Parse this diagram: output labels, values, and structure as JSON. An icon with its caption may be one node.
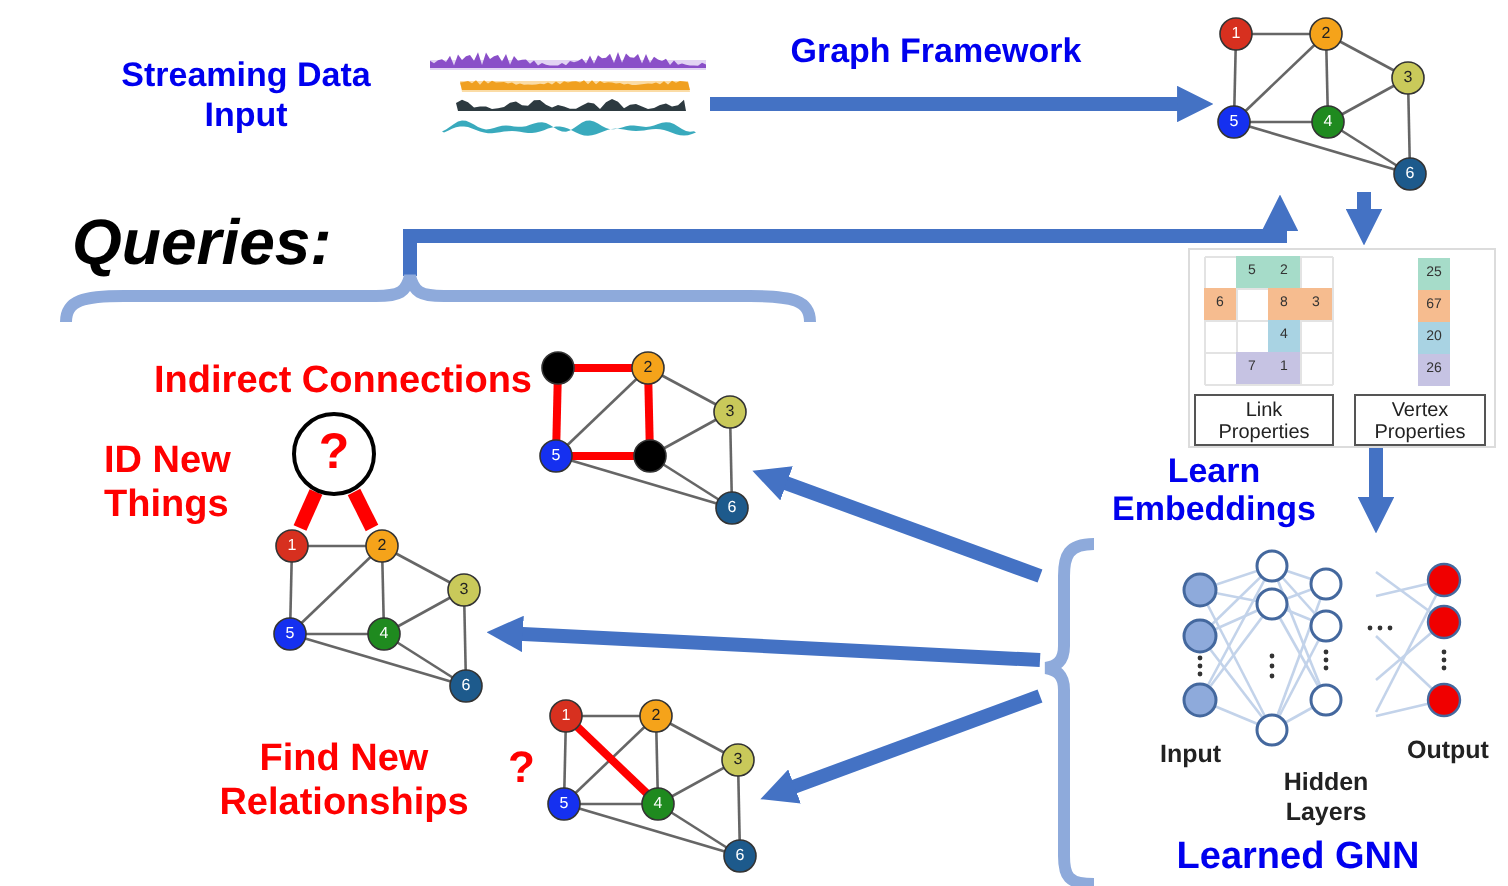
{
  "diagram": {
    "nodes": [
      {
        "text": [],
        "shape": "picture",
        "beside": [
          "Streaming Data Input"
        ]
      },
      {
        "text": [],
        "shape": "graph"
      },
      {
        "text": [],
        "shape": "box"
      },
      {
        "text": [
          "Link Properties"
        ],
        "in": 2
      },
      {
        "text": [
          "Vertex Properties"
        ],
        "in": 2
      },
      {
        "text": [
          "Learned GNN"
        ]
      },
      {
        "text": [
          "Queries:"
        ]
      },
      {
        "text": [],
        "shape": "graph",
        "beside": [
          "Indirect Connections"
        ]
      },
      {
        "text": [
          "?"
        ]
      },
      {
        "text": [],
        "shape": "graph",
        "beside": [
          "ID New Things"
        ]
      },
      {
        "text": [],
        "shape": "graph",
        "beside": [
          "Find New Relationships",
          "?"
        ]
      }
    ],
    "edges": [
      {
        "from": 0,
        "to": 1,
        "arrow": "to",
        "label": "Graph Framework"
      },
      {
        "from": 6,
        "to": 1,
        "arrow": "to"
      },
      {
        "from": 1,
        "to": 2,
        "arrow": "to"
      },
      {
        "from": 2,
        "to": 5,
        "arrow": "to",
        "label": "Learn Embeddings"
      },
      {
        "from": 5,
        "to": 7,
        "arrow": "to"
      },
      {
        "from": 5,
        "to": 9,
        "arrow": "to"
      },
      {
        "from": 5,
        "to": 10,
        "arrow": "to"
      },
      {
        "from": 8,
        "to": 9,
        "arrow": "none",
        "color": "#ff0000"
      },
      {
        "from": 8,
        "to": 9,
        "arrow": "none",
        "color": "#ff0000"
      }
    ],
    "labels": [
      "1",
      "2",
      "3",
      "4",
      "5",
      "6",
      "5",
      "2",
      "6",
      "8",
      "3",
      "4",
      "7",
      "1",
      "25",
      "67",
      "20",
      "26",
      "2",
      "3",
      "5",
      "6",
      "1",
      "2",
      "3",
      "4",
      "5",
      "6",
      "1",
      "2",
      "3",
      "4",
      "5",
      "6",
      "Input",
      "Hidden Layers",
      "Output"
    ]
  }
}
